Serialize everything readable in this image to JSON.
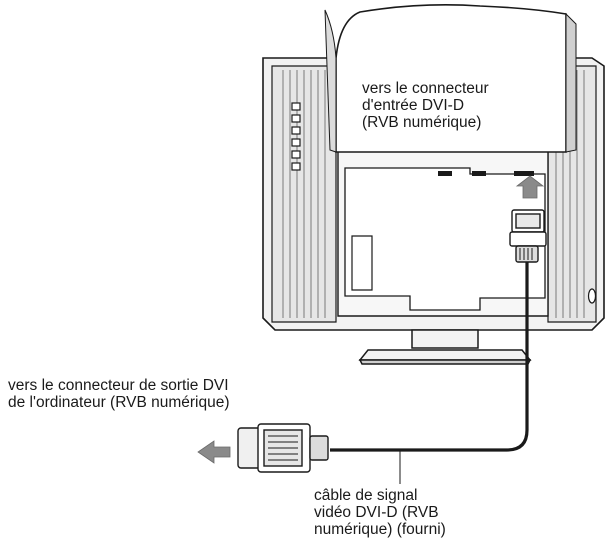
{
  "labels": {
    "input_connector": [
      "vers le connecteur",
      "d'entrée DVI-D",
      "(RVB numérique)"
    ],
    "output_connector": [
      "vers le connecteur de sortie DVI",
      "de l'ordinateur (RVB numérique)"
    ],
    "cable": [
      "câble de signal",
      "vidéo DVI-D (RVB",
      "numérique) (fourni)"
    ]
  },
  "colors": {
    "line": "#1a1a1a",
    "monitor_fill": "#f2f2f2",
    "shadow": "#9a9a9a",
    "arrow": "#8a8a8a"
  }
}
